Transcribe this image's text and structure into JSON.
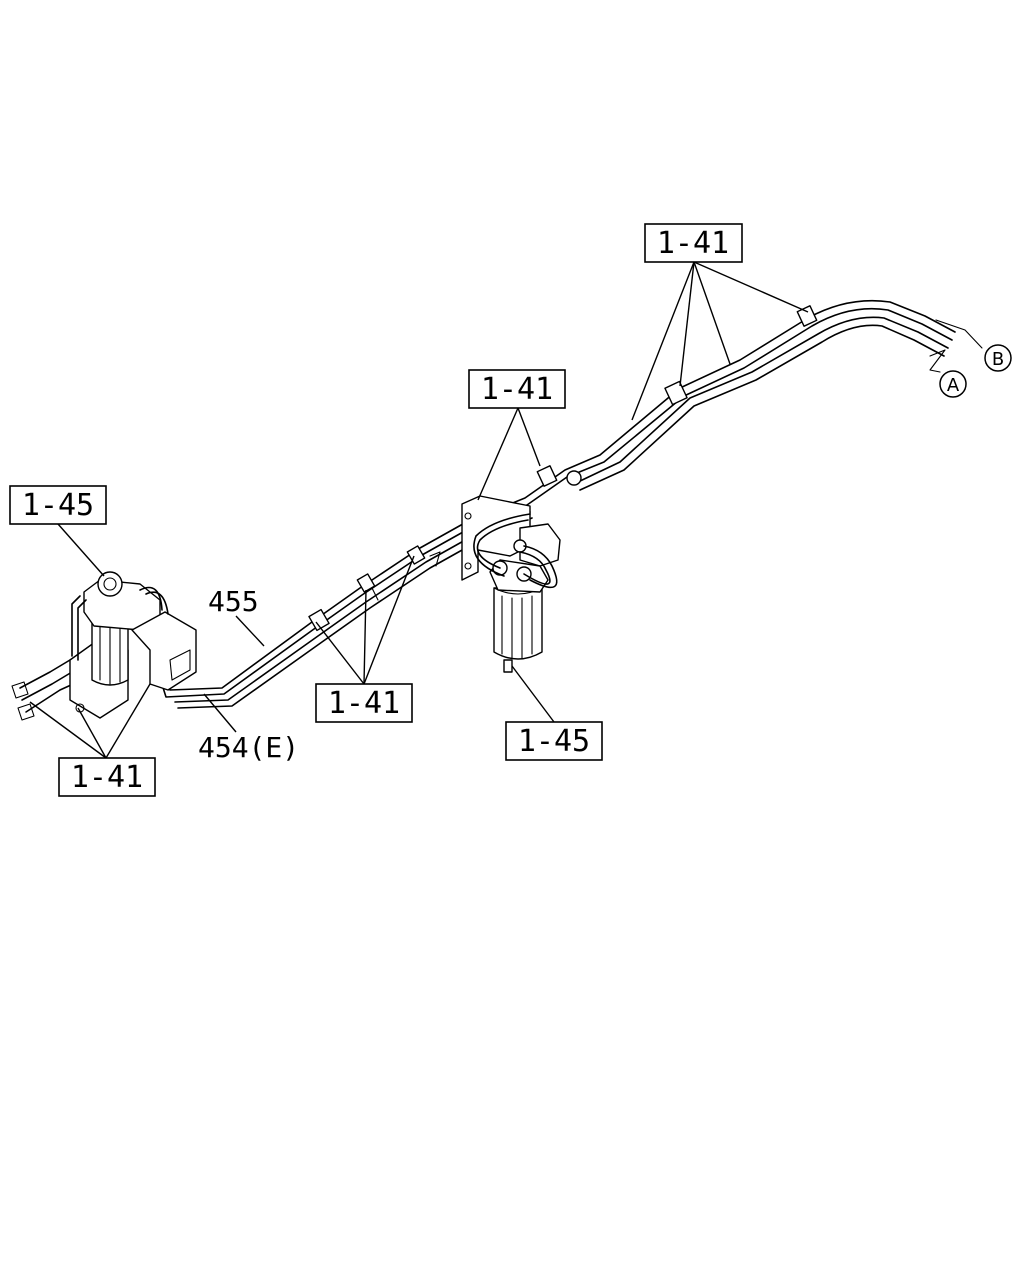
{
  "callouts": {
    "ref_1_41_top": "1-41",
    "ref_1_41_middle": "1-41",
    "ref_1_45_left": "1-45",
    "ref_1_41_lower_mid": "1-41",
    "ref_1_45_lower": "1-45",
    "ref_1_41_bottom_left": "1-41"
  },
  "parts": {
    "pipe_455": "455",
    "pipe_454e": "454(E)"
  },
  "markers": {
    "marker_a": "A",
    "marker_b": "B"
  }
}
